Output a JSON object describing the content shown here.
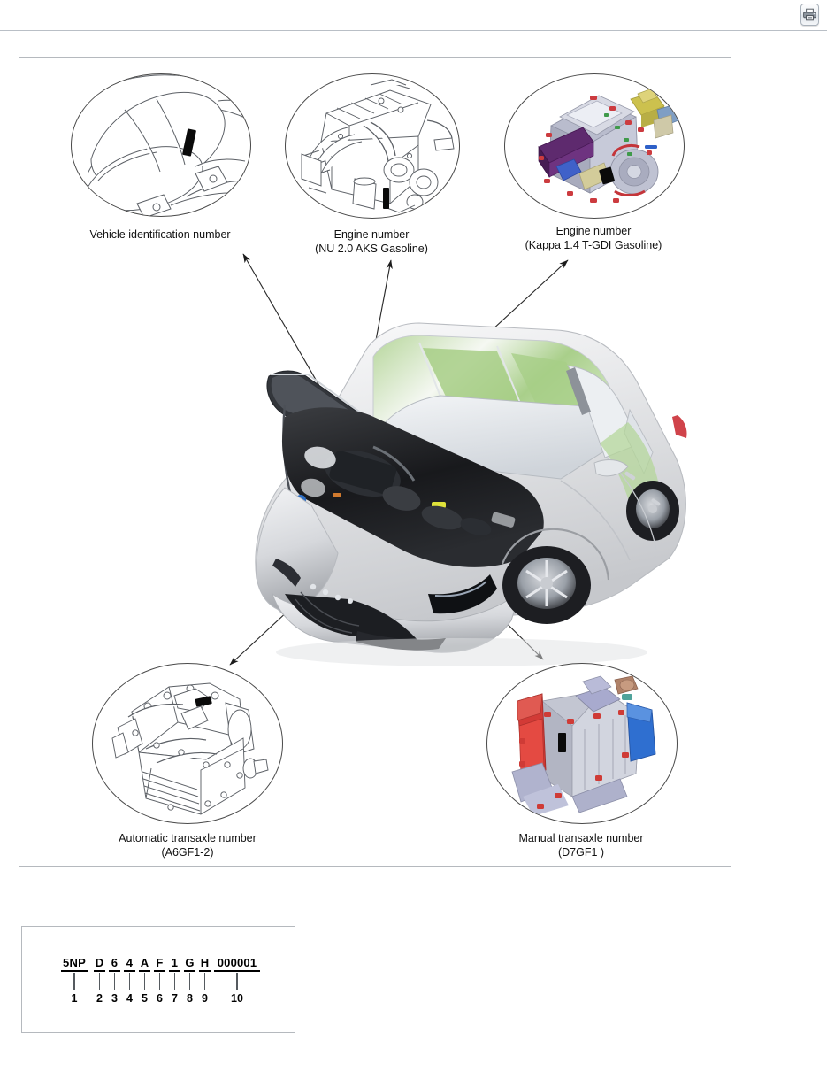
{
  "toolbar": {
    "print_icon": "printer-icon",
    "print_label": ""
  },
  "illustration": {
    "callouts": [
      {
        "id": "vin-location",
        "icon": "vehicle-seat-line-drawing",
        "caption_line1": "Vehicle identification number",
        "caption_line2": ""
      },
      {
        "id": "engine-nu",
        "icon": "engine-line-drawing",
        "caption_line1": "Engine number",
        "caption_line2": "(NU 2.0 AKS Gasoline)"
      },
      {
        "id": "engine-kappa",
        "icon": "engine-cad-render",
        "caption_line1": "Engine number",
        "caption_line2": "(Kappa 1.4 T-GDI Gasoline)"
      },
      {
        "id": "automatic-transaxle",
        "icon": "automatic-transaxle-line-drawing",
        "caption_line1": "Automatic transaxle number",
        "caption_line2": "(A6GF1-2)"
      },
      {
        "id": "manual-transaxle",
        "icon": "manual-transaxle-cad-render",
        "caption_line1": "Manual transaxle number",
        "caption_line2": "(D7GF1 )"
      }
    ],
    "vehicle_photo": {
      "description": "sedan-with-open-hood-photo",
      "body_color": "#e9eaec",
      "reflection_color": "#a9cf8a"
    }
  },
  "vin_decode": {
    "characters": [
      "5NP",
      "D",
      "6",
      "4",
      "A",
      "F",
      "1",
      "G",
      "H",
      "000001"
    ],
    "positions": [
      "1",
      "2",
      "3",
      "4",
      "5",
      "6",
      "7",
      "8",
      "9",
      "10"
    ]
  }
}
